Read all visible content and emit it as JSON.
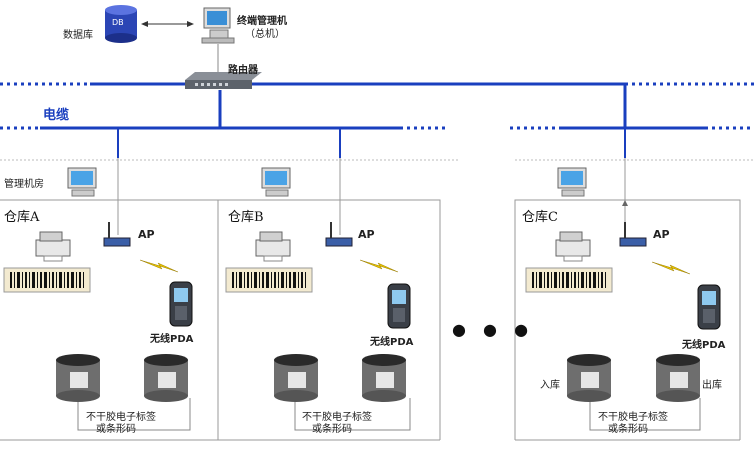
{
  "top": {
    "database_label": "数据库",
    "db_badge": "DB",
    "terminal_label": "终端管理机",
    "terminal_sub": "（总机）",
    "router_label": "路由器"
  },
  "cable_label": "电缆",
  "room_label": "管理机房",
  "ellipsis": "● ● ●",
  "warehouses": [
    {
      "title": "仓库A",
      "ap": "AP",
      "pda": "无线PDA",
      "tag_line1": "不干胶电子标签",
      "tag_line2": "或条形码",
      "in_label": "",
      "out_label": ""
    },
    {
      "title": "仓库B",
      "ap": "AP",
      "pda": "无线PDA",
      "tag_line1": "不干胶电子标签",
      "tag_line2": "或条形码",
      "in_label": "",
      "out_label": ""
    },
    {
      "title": "仓库C",
      "ap": "AP",
      "pda": "无线PDA",
      "tag_line1": "不干胶电子标签",
      "tag_line2": "或条形码",
      "in_label": "入库",
      "out_label": "出库"
    }
  ],
  "colors": {
    "cable": "#1a3fbf",
    "frame": "#9a9a9a",
    "accent_yellow": "#e8c400"
  }
}
